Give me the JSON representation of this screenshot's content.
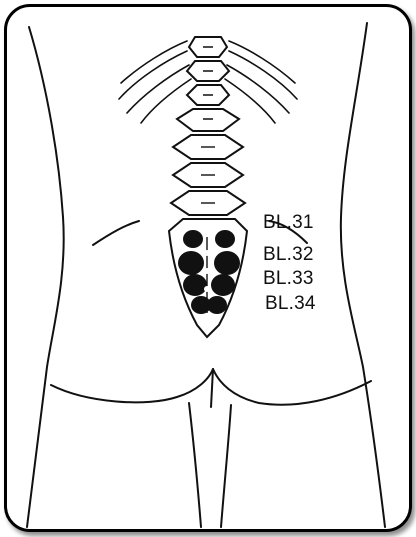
{
  "figure": {
    "points": [
      {
        "id": "bl31",
        "label": "BL.31"
      },
      {
        "id": "bl32",
        "label": "BL.32"
      },
      {
        "id": "bl33",
        "label": "BL.33"
      },
      {
        "id": "bl34",
        "label": "BL.34"
      }
    ]
  },
  "colors": {
    "line": "#111111",
    "point": "#111111",
    "frame": "#000000"
  }
}
